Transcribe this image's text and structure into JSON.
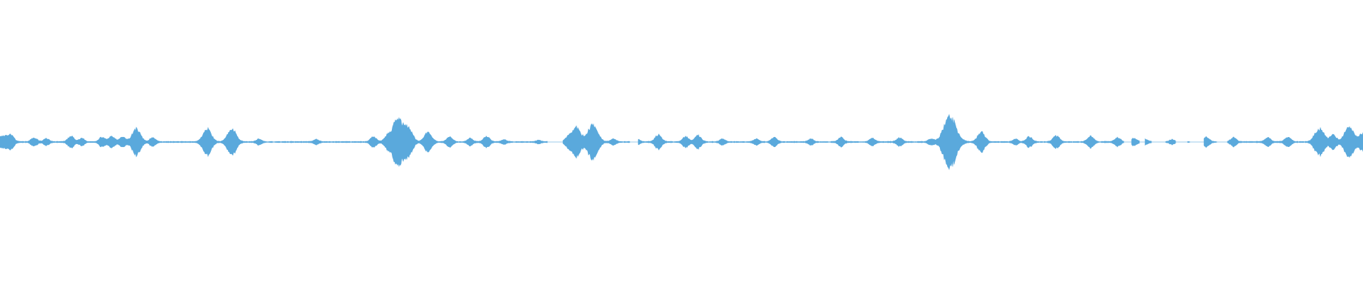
{
  "waveform": {
    "color": "#5aa9dc",
    "background": "#ffffff",
    "baseline_amplitude": 0.04,
    "peaks": [
      {
        "t": 0.0,
        "a": 0.35
      },
      {
        "t": 0.004,
        "a": 0.3
      },
      {
        "t": 0.008,
        "a": 0.45
      },
      {
        "t": 0.025,
        "a": 0.3
      },
      {
        "t": 0.034,
        "a": 0.25
      },
      {
        "t": 0.052,
        "a": 0.4
      },
      {
        "t": 0.06,
        "a": 0.25
      },
      {
        "t": 0.075,
        "a": 0.35
      },
      {
        "t": 0.082,
        "a": 0.4
      },
      {
        "t": 0.09,
        "a": 0.35
      },
      {
        "t": 0.1,
        "a": 0.9
      },
      {
        "t": 0.112,
        "a": 0.3
      },
      {
        "t": 0.152,
        "a": 0.9
      },
      {
        "t": 0.17,
        "a": 0.95
      },
      {
        "t": 0.19,
        "a": 0.2
      },
      {
        "t": 0.232,
        "a": 0.15
      },
      {
        "t": 0.274,
        "a": 0.35
      },
      {
        "t": 0.284,
        "a": 0.3
      },
      {
        "t": 0.292,
        "a": 1.6
      },
      {
        "t": 0.3,
        "a": 0.8
      },
      {
        "t": 0.314,
        "a": 0.7
      },
      {
        "t": 0.33,
        "a": 0.35
      },
      {
        "t": 0.345,
        "a": 0.25
      },
      {
        "t": 0.357,
        "a": 0.4
      },
      {
        "t": 0.37,
        "a": 0.15
      },
      {
        "t": 0.395,
        "a": 0.1
      },
      {
        "t": 0.417,
        "a": 0.35
      },
      {
        "t": 0.423,
        "a": 1.0
      },
      {
        "t": 0.435,
        "a": 1.2
      },
      {
        "t": 0.45,
        "a": 0.2
      },
      {
        "t": 0.468,
        "a": 0.15
      },
      {
        "t": 0.483,
        "a": 0.5
      },
      {
        "t": 0.503,
        "a": 0.35
      },
      {
        "t": 0.512,
        "a": 0.45
      },
      {
        "t": 0.53,
        "a": 0.2
      },
      {
        "t": 0.555,
        "a": 0.2
      },
      {
        "t": 0.568,
        "a": 0.3
      },
      {
        "t": 0.595,
        "a": 0.2
      },
      {
        "t": 0.617,
        "a": 0.3
      },
      {
        "t": 0.64,
        "a": 0.25
      },
      {
        "t": 0.66,
        "a": 0.3
      },
      {
        "t": 0.683,
        "a": 0.2
      },
      {
        "t": 0.697,
        "a": 1.8
      },
      {
        "t": 0.72,
        "a": 0.7
      },
      {
        "t": 0.745,
        "a": 0.2
      },
      {
        "t": 0.755,
        "a": 0.35
      },
      {
        "t": 0.775,
        "a": 0.45
      },
      {
        "t": 0.8,
        "a": 0.4
      },
      {
        "t": 0.82,
        "a": 0.3
      },
      {
        "t": 0.832,
        "a": 0.25
      },
      {
        "t": 0.84,
        "a": 0.2
      },
      {
        "t": 0.86,
        "a": 0.15
      },
      {
        "t": 0.885,
        "a": 0.35
      },
      {
        "t": 0.905,
        "a": 0.3
      },
      {
        "t": 0.93,
        "a": 0.3
      },
      {
        "t": 0.945,
        "a": 0.35
      },
      {
        "t": 0.968,
        "a": 1.0
      },
      {
        "t": 0.978,
        "a": 0.5
      },
      {
        "t": 0.99,
        "a": 1.1
      },
      {
        "t": 1.0,
        "a": 0.6
      }
    ],
    "gaps": [
      [
        0.402,
        0.413
      ],
      [
        0.462,
        0.468
      ],
      [
        0.825,
        0.83
      ],
      [
        0.836,
        0.84
      ],
      [
        0.845,
        0.855
      ],
      [
        0.863,
        0.871
      ],
      [
        0.873,
        0.883
      ],
      [
        0.893,
        0.9
      ]
    ]
  }
}
